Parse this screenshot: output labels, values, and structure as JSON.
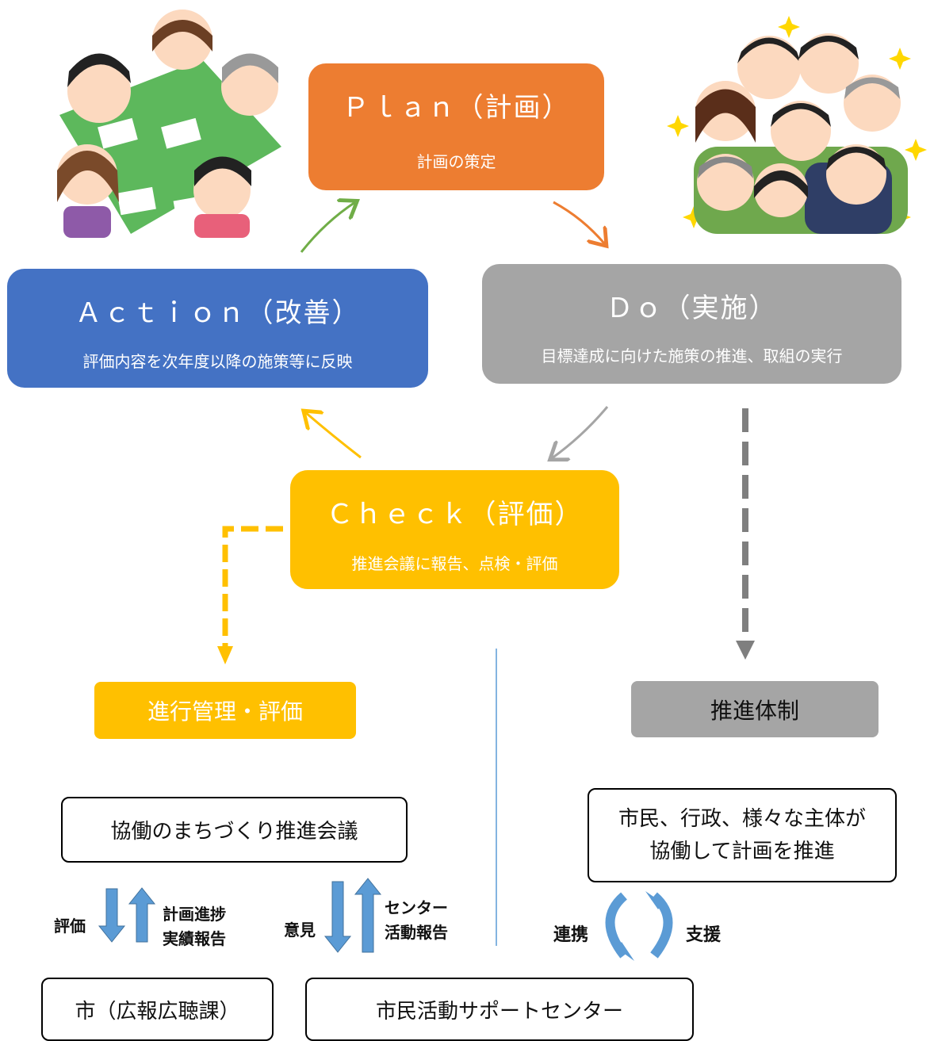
{
  "plan": {
    "title": "Ｐｌａｎ（計画）",
    "subtitle": "計画の策定"
  },
  "do": {
    "title": "Ｄｏ（実施）",
    "subtitle": "目標達成に向けた施策の推進、取組の実行"
  },
  "check": {
    "title": "Ｃｈｅｃｋ（評価）",
    "subtitle": "推進会議に報告、点検・評価"
  },
  "action": {
    "title": "Ａｃｔｉｏｎ（改善）",
    "subtitle": "評価内容を次年度以降の施策等に反映"
  },
  "progress_box": {
    "label": "進行管理・評価"
  },
  "system_box": {
    "label": "推進体制"
  },
  "council": {
    "label": "協働のまちづくり推進会議"
  },
  "city": {
    "label": "市（広報広聴課）"
  },
  "support_center": {
    "label": "市民活動サポートセンター"
  },
  "collab": {
    "line1": "市民、行政、様々な主体が",
    "line2": "協働して計画を推進"
  },
  "arrow_labels": {
    "evaluation": "評価",
    "report_line1": "計画進捗",
    "report_line2": "実績報告",
    "opinion": "意見",
    "center_line1": "センター",
    "center_line2": "活動報告",
    "cooperation": "連携",
    "support": "支援"
  },
  "colors": {
    "plan": "#ED7D31",
    "do": "#A5A5A5",
    "check": "#FFC000",
    "action": "#4472C4",
    "arrow_blue": "#5B9BD5",
    "arrow_green": "#70AD47"
  },
  "illustrations": [
    "meeting-people-illustration",
    "cheering-crowd-illustration"
  ]
}
